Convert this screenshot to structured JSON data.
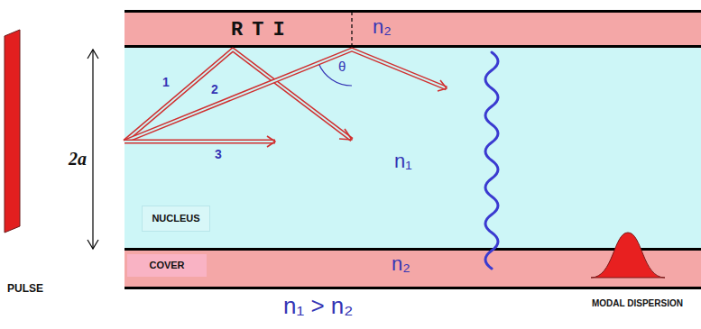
{
  "diagram": {
    "nodes": [
      {
        "text": [
          "RTI",
          "n₂"
        ]
      },
      {
        "text": [
          "n₁"
        ]
      },
      {
        "text": [
          "NUCLEUS"
        ],
        "in": 1
      },
      {
        "text": [
          "n₂"
        ]
      },
      {
        "text": [
          "COVER"
        ],
        "in": 3
      }
    ],
    "labels": [
      "2a",
      "1",
      "2",
      "3",
      "θ",
      "PULSE",
      "n₁ > n₂",
      "MODAL DISPERSION"
    ]
  }
}
